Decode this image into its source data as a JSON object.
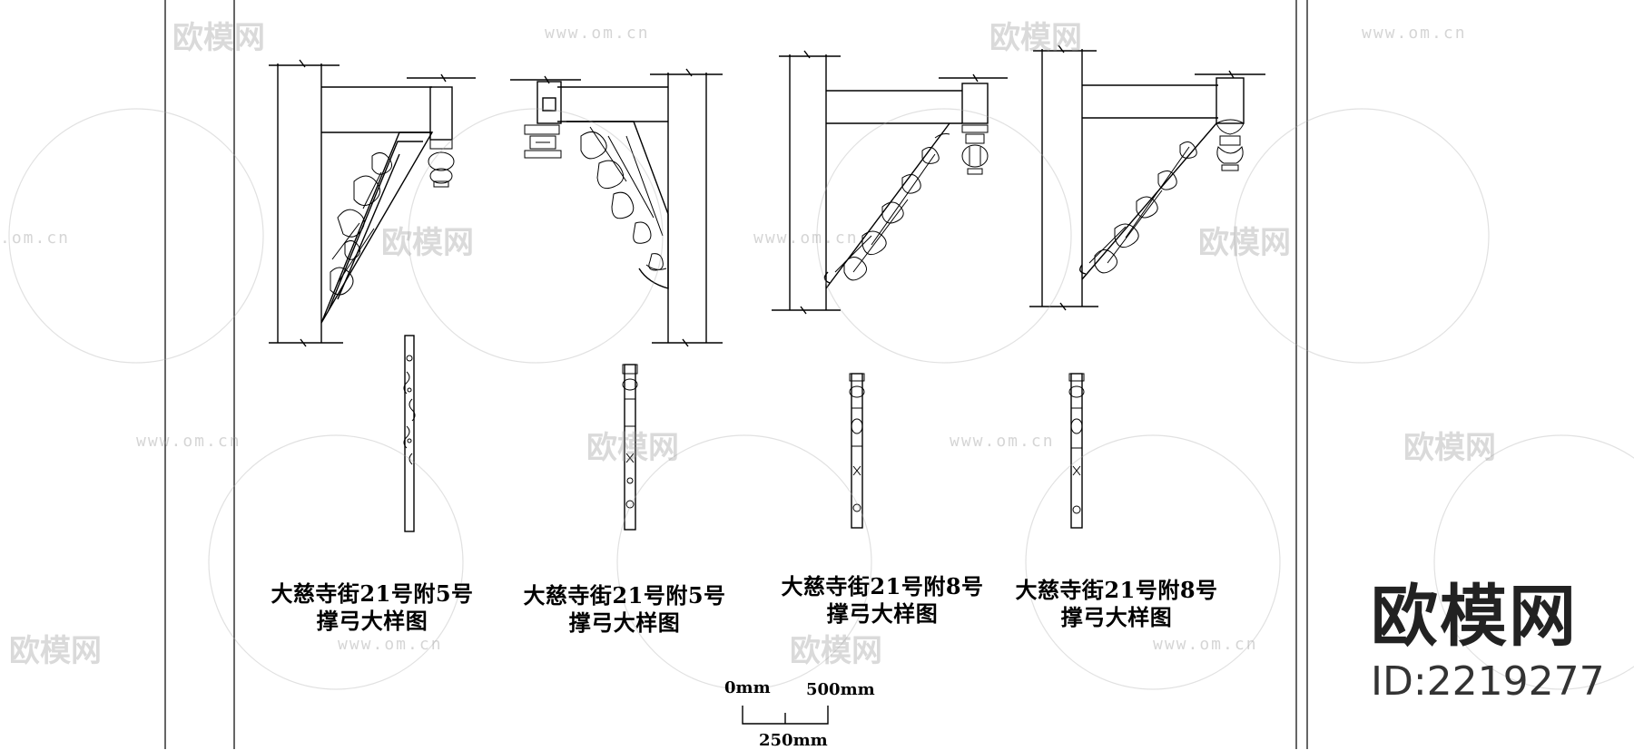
{
  "drawing": {
    "details": [
      {
        "line1": "大慈寺街21号附5号",
        "line2": "撑弓大样图"
      },
      {
        "line1": "大慈寺街21号附5号",
        "line2": "撑弓大样图"
      },
      {
        "line1": "大慈寺街21号附8号",
        "line2": "撑弓大样图"
      },
      {
        "line1": "大慈寺街21号附8号",
        "line2": "撑弓大样图"
      }
    ],
    "scale_bar": {
      "start_label": "0mm",
      "end_label": "500mm",
      "mid_label": "250mm"
    }
  },
  "branding": {
    "name": "欧模网",
    "id_text": "ID:2219277",
    "watermark_text": "欧模网",
    "watermark_url": "www.om.cn",
    "watermark_url_alt": ".om.cn"
  }
}
